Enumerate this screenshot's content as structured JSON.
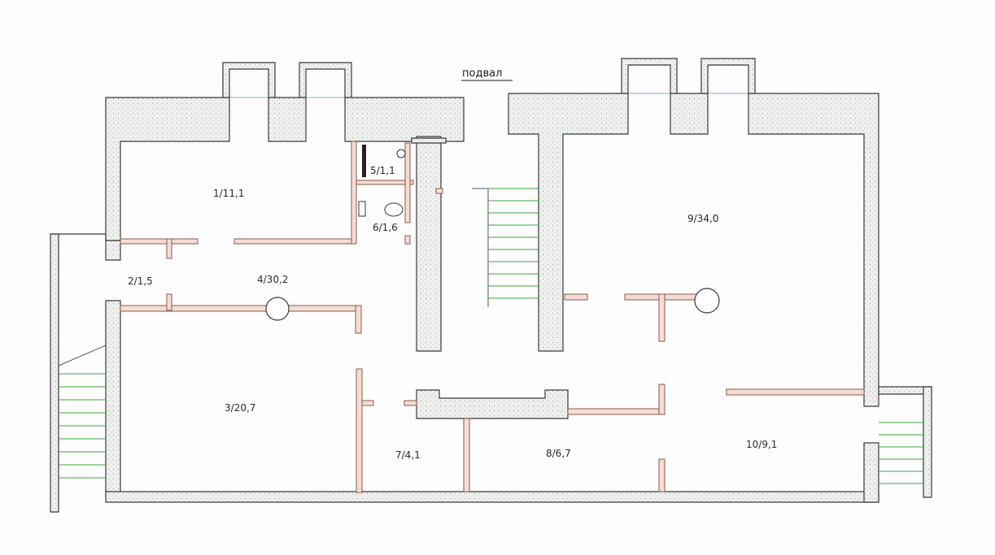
{
  "plan": {
    "title": "подвал",
    "rooms": [
      {
        "id": "1",
        "label": "1/11,1"
      },
      {
        "id": "2",
        "label": "2/1,5"
      },
      {
        "id": "3",
        "label": "3/20,7"
      },
      {
        "id": "4",
        "label": "4/30,2"
      },
      {
        "id": "5",
        "label": "5/1,1"
      },
      {
        "id": "6",
        "label": "6/1,6"
      },
      {
        "id": "7",
        "label": "7/4,1"
      },
      {
        "id": "8",
        "label": "8/6,7"
      },
      {
        "id": "9",
        "label": "9/34,0"
      },
      {
        "id": "10",
        "label": "10/9,1"
      }
    ],
    "colors": {
      "wall_stroke": "#3a3a3a",
      "partition_fill": "#f3ddd4",
      "partition_stroke": "#8a5a4a",
      "stair_lines": "#3aa83a",
      "window_lines": "#7fb5e0"
    }
  }
}
